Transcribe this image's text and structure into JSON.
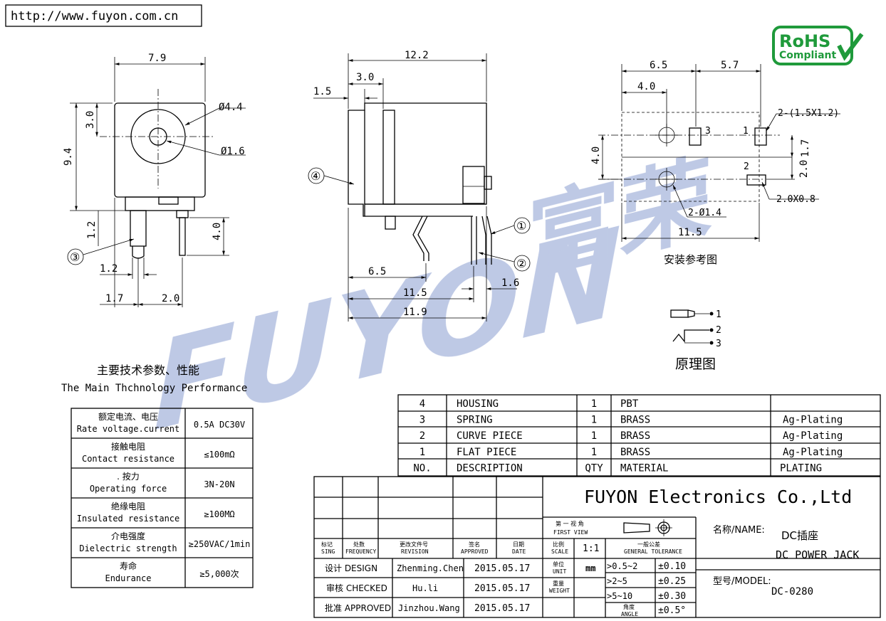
{
  "url": "http://www.fuyon.com.cn",
  "rohs": {
    "top": "RoHS",
    "bottom": "Compliant"
  },
  "watermark": {
    "latin": "FUYON",
    "cjk": "富荣"
  },
  "front_view": {
    "d_width": "7.9",
    "d_height": "9.4",
    "d_top": "3.0",
    "d_outer": "Ø4.4",
    "d_inner": "Ø1.6",
    "d_pin_len": "4.0",
    "d_small": "1.2",
    "d_pin_w": "1.2",
    "d_pin_x": "1.7",
    "d_pitch": "2.0",
    "callout": "③"
  },
  "side_view": {
    "d_total": "12.2",
    "d_3": "3.0",
    "d_1_5": "1.5",
    "d_6_5": "6.5",
    "d_11_5": "11.5",
    "d_11_9": "11.9",
    "d_1_6": "1.6",
    "c1": "①",
    "c2": "②",
    "c4": "④"
  },
  "pcb_view": {
    "d_6_5": "6.5",
    "d_5_7": "5.7",
    "d_4_0": "4.0",
    "d_4_0v": "4.0",
    "d_1_7": "1.7",
    "d_2_0": "2.0",
    "d_11_5": "11.5",
    "slot_label": "2-(1.5X1.2)",
    "slot2_label": "2.0X0.8",
    "hole_label": "2-Ø1.4",
    "p1": "1",
    "p2": "2",
    "p3": "3",
    "title": "安装参考图"
  },
  "schematic": {
    "p1": "1",
    "p2": "2",
    "p3": "3",
    "title": "原理图"
  },
  "spec": {
    "title_cn": "主要技术参数、性能",
    "title_en": "The Main Thchnology Performance",
    "rows": [
      {
        "cn": "额定电流、电压",
        "en": "Rate voltage.current",
        "value": "0.5A DC30V"
      },
      {
        "cn": "接触电阻",
        "en": "Contact resistance",
        "value": "≤100mΩ"
      },
      {
        "cn": ". 按力",
        "en": "Operating force",
        "value": "3N-20N"
      },
      {
        "cn": "绝缘电阻",
        "en": "Insulated resistance",
        "value": "≥100MΩ"
      },
      {
        "cn": "介电强度",
        "en": "Dielectric strength",
        "value": "≥250VAC/1min"
      },
      {
        "cn": "寿命",
        "en": "Endurance",
        "value": "≥5,000次"
      }
    ]
  },
  "bom": {
    "rows": [
      {
        "no": "4",
        "desc": "HOUSING",
        "qty": "1",
        "material": "PBT",
        "plating": ""
      },
      {
        "no": "3",
        "desc": "SPRING",
        "qty": "1",
        "material": "BRASS",
        "plating": "Ag-Plating"
      },
      {
        "no": "2",
        "desc": "CURVE PIECE",
        "qty": "1",
        "material": "BRASS",
        "plating": "Ag-Plating"
      },
      {
        "no": "1",
        "desc": "FLAT PIECE",
        "qty": "1",
        "material": "BRASS",
        "plating": "Ag-Plating"
      }
    ],
    "header": {
      "no": "NO.",
      "desc": "DESCRIPTION",
      "qty": "QTY",
      "material": "MATERIAL",
      "plating": "PLATING"
    }
  },
  "title_block": {
    "company": "FUYON Electronics Co.,Ltd",
    "h_sign_cn": "标记",
    "h_sign_en": "SING",
    "h_freq_cn": "处数",
    "h_freq_en": "FREQUENCY",
    "h_rev_cn": "更改文件号",
    "h_rev_en": "REVISION",
    "h_appr_cn": "签名",
    "h_appr_en": "APPROVED",
    "h_date_cn": "日期",
    "h_date_en": "DATE",
    "h_scale_cn": "比例",
    "h_scale_en": "SCALE",
    "scale": "1:1",
    "view_cn": "第 一 视 角",
    "view_en": "FIRST VIEW",
    "tol_cn": "一般公差",
    "tol_en": "GENERAL TOLERANCE",
    "design_label": "设计 DESIGN",
    "design_name": "Zhenming.Chen",
    "design_date": "2015.05.17",
    "check_label": "审核 CHECKED",
    "check_name": "Hu.li",
    "check_date": "2015.05.17",
    "approve_label": "批准 APPROVED",
    "approve_name": "Jinzhou.Wang",
    "approve_date": "2015.05.17",
    "unit_cn": "单位",
    "unit_en": "UNIT",
    "unit": "mm",
    "weight_cn": "重量",
    "weight_en": "WEIGHT",
    "tol": [
      {
        "range": ">0.5~2",
        "value": "±0.10"
      },
      {
        "range": ">2~5",
        "value": "±0.25"
      },
      {
        "range": ">5~10",
        "value": "±0.30"
      }
    ],
    "angle_cn": "角度",
    "angle_en": "ANGLE",
    "angle_value": "±0.5°",
    "name_label": "名称/NAME:",
    "name_cn": "DC插座",
    "name_en": "DC POWER JACK",
    "model_label": "型号/MODEL:",
    "model": "DC-0280"
  }
}
